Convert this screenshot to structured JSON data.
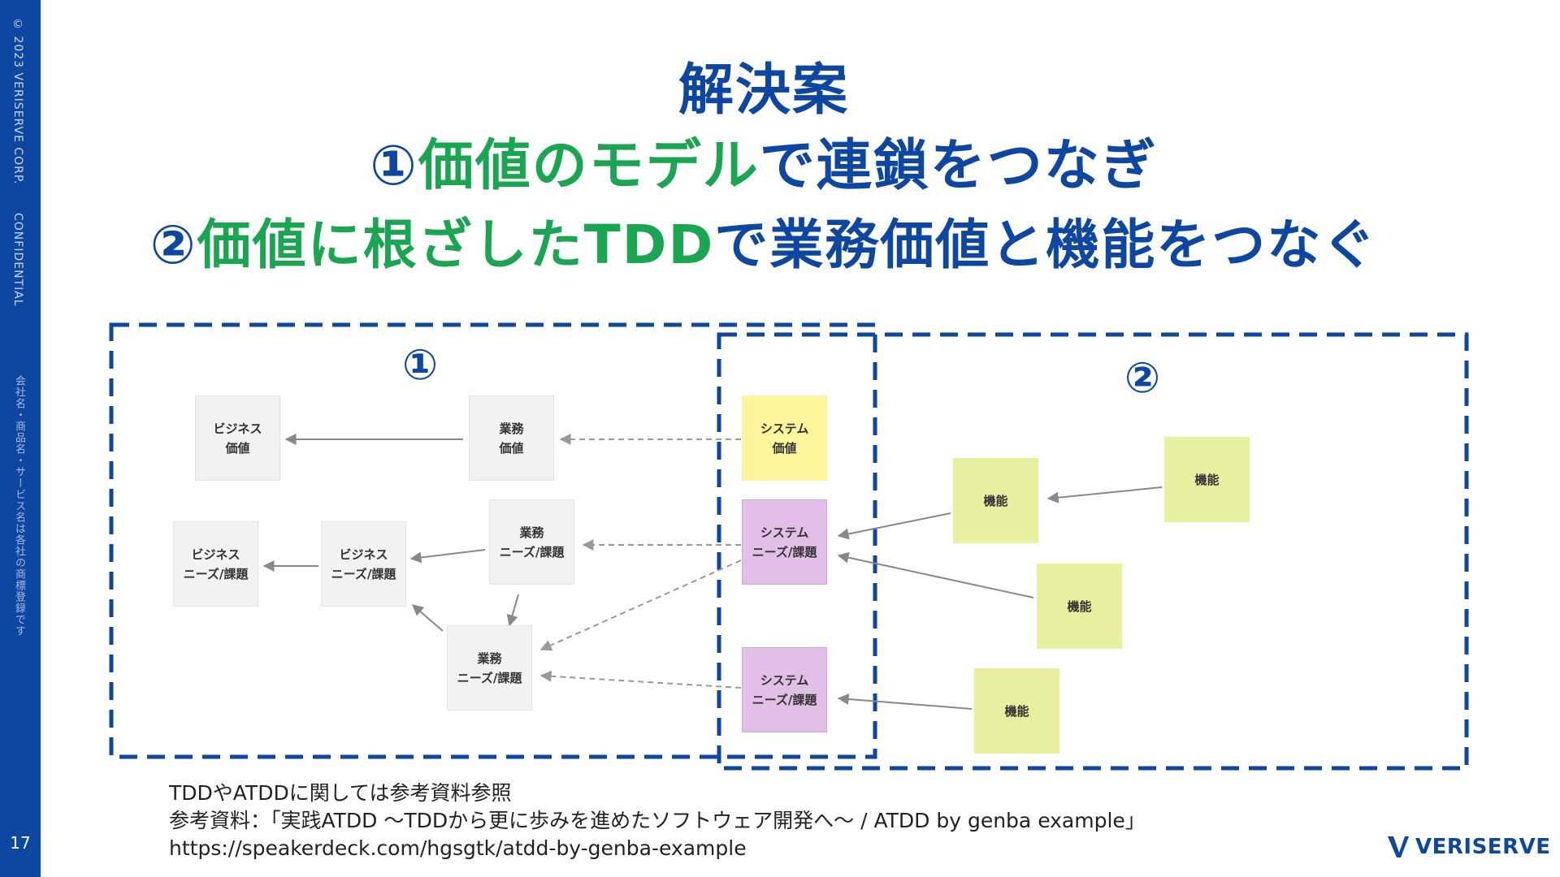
{
  "sidebar": {
    "copyright": "© 2023 VERISERVE CORP.",
    "confidential": "CONFIDENTIAL",
    "trademark_note": "会社名・商品名・サービス名は各社の商標登録です",
    "page_number": "17"
  },
  "title": {
    "line1": "解決案",
    "line2_num": "①",
    "line2_green": "価値のモデル",
    "line2_rest": "で連鎖をつなぎ",
    "line3_num": "②",
    "line3_green": "価値に根ざしたTDD",
    "line3_rest": "で業務価値と機能をつなぐ"
  },
  "diagram": {
    "region1_label": "①",
    "region2_label": "②",
    "biz_value": [
      "ビジネス",
      "価値"
    ],
    "work_value": [
      "業務",
      "価値"
    ],
    "sys_value": [
      "システム",
      "価値"
    ],
    "biz_needs_left": [
      "ビジネス",
      "ニーズ/課題"
    ],
    "biz_needs_mid": [
      "ビジネス",
      "ニーズ/課題"
    ],
    "work_needs_top": [
      "業務",
      "ニーズ/課題"
    ],
    "work_needs_bottom": [
      "業務",
      "ニーズ/課題"
    ],
    "sys_needs_1": [
      "システム",
      "ニーズ/課題"
    ],
    "sys_needs_2": [
      "システム",
      "ニーズ/課題"
    ],
    "func_1": "機能",
    "func_2": "機能",
    "func_3": "機能",
    "func_4": "機能"
  },
  "reference": {
    "line1": "TDDやATDDに関しては参考資料参照",
    "line2": "参考資料：「実践ATDD ～TDDから更に歩みを進めたソフトウェア開発へ～ / ATDD by genba example」",
    "line3": "https://speakerdeck.com/hgsgtk/atdd-by-genba-example"
  },
  "logo": {
    "text": "VERISERVE"
  },
  "colors": {
    "brand_blue": "#0d47a1",
    "accent_green": "#1aa550",
    "value_yellow": "#fdf59b",
    "needs_purple": "#e2bfe6",
    "function_lime": "#e8ef9e"
  }
}
